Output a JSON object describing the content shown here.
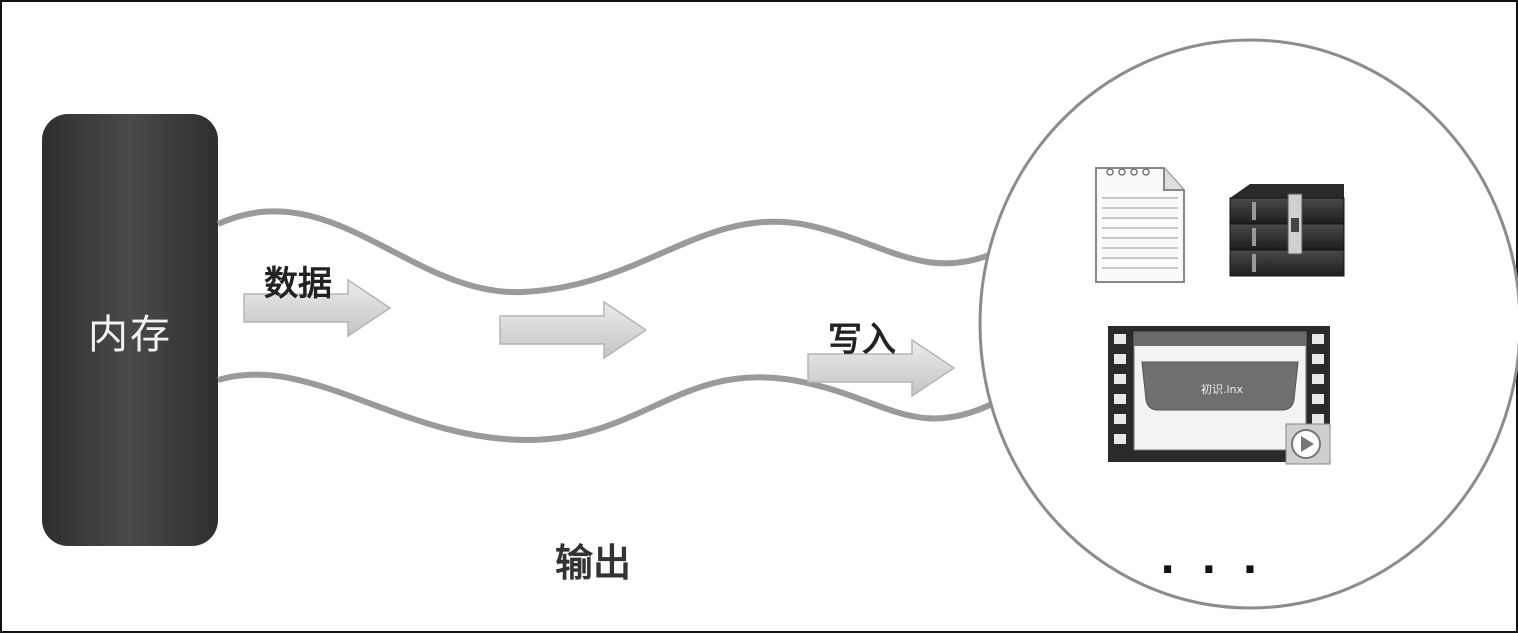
{
  "memory": {
    "label": "内存"
  },
  "flow": {
    "data_label": "数据",
    "write_label": "写入",
    "output_label": "输出"
  },
  "storage": {
    "icons": [
      "text-file-icon",
      "archive-books-icon",
      "video-file-icon"
    ],
    "video_caption": "初识.lnx",
    "ellipsis": "..."
  },
  "colors": {
    "memory_block": "#3d3d3d",
    "pipe_stroke": "#9a9a9a",
    "arrow_fill": "#d6d6d6",
    "circle_stroke": "#8c8c8c"
  }
}
